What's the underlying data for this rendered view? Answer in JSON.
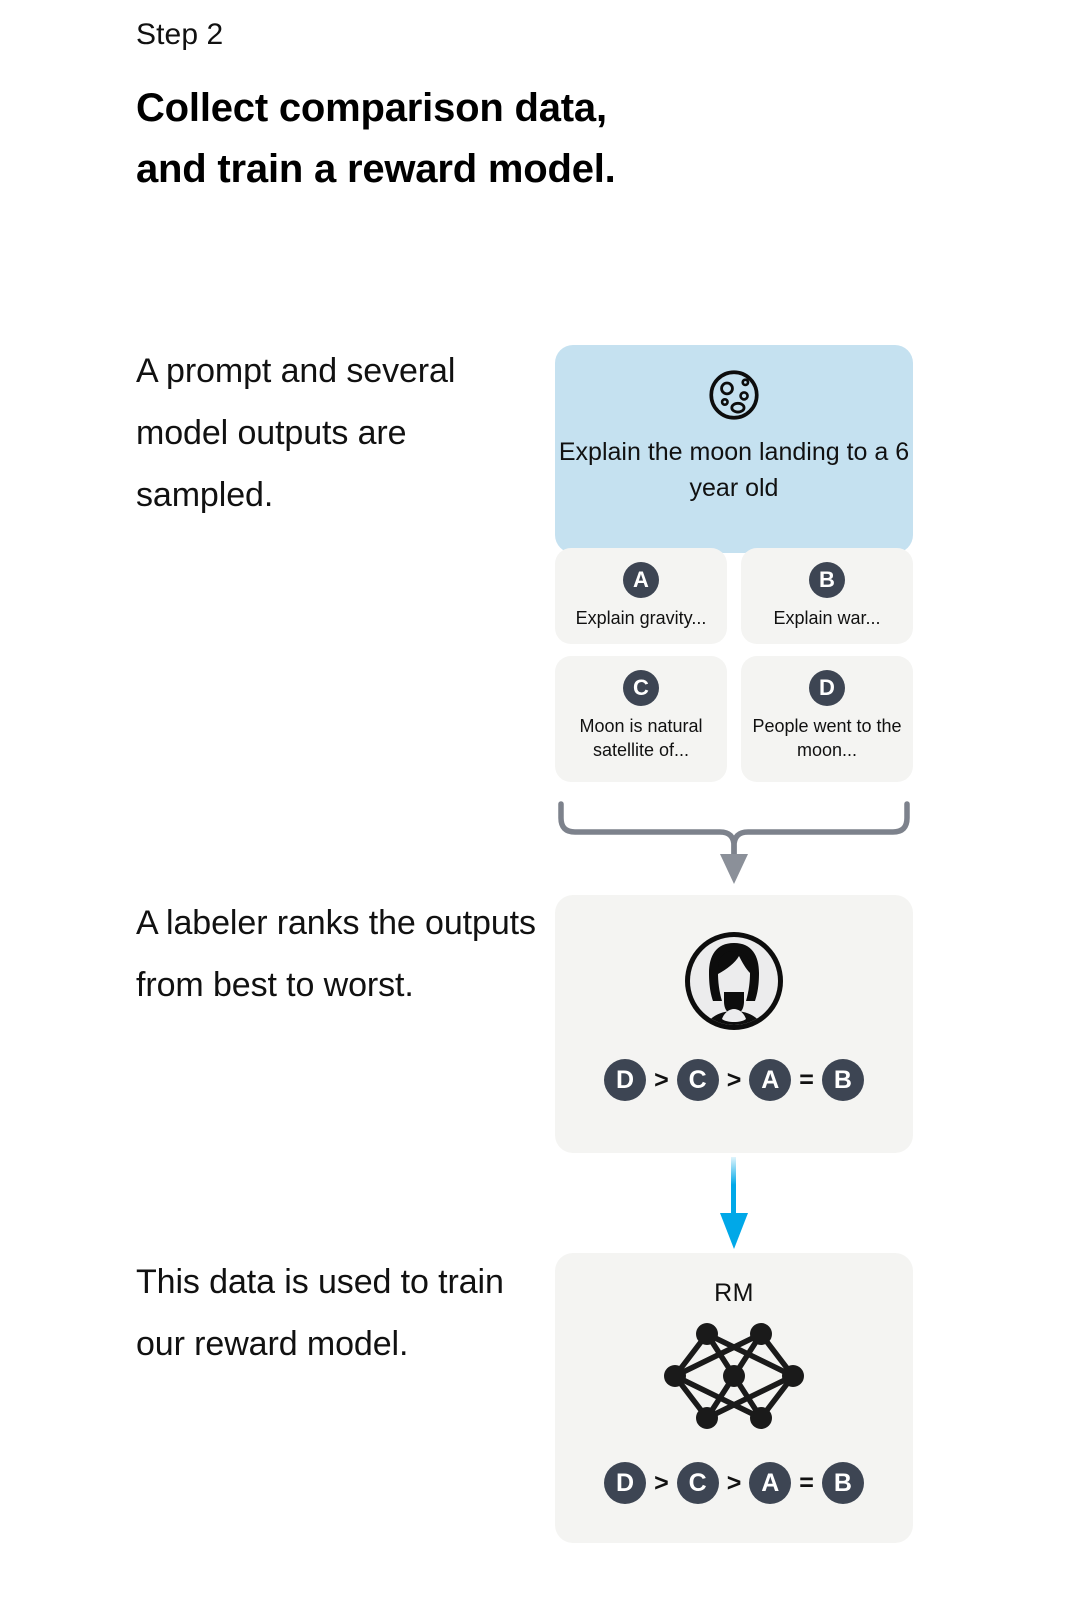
{
  "header": {
    "step_label": "Step 2",
    "headline_lines": [
      "Collect comparison data,",
      "and train a reward model."
    ]
  },
  "descriptions": [
    "A prompt and several model outputs are sampled.",
    "A labeler ranks the outputs from best to worst.",
    "This data is used to train our reward model."
  ],
  "diagram": {
    "prompt_card": {
      "icon": "moon-icon",
      "text": "Explain the moon landing to a 6 year old"
    },
    "options": [
      {
        "letter": "A",
        "text": "Explain gravity..."
      },
      {
        "letter": "B",
        "text": "Explain war..."
      },
      {
        "letter": "C",
        "text": "Moon is natural satellite of..."
      },
      {
        "letter": "D",
        "text": "People went to the moon..."
      }
    ],
    "brace_connector": {
      "icon": "brace-arrow-icon"
    },
    "labeler_card": {
      "avatar": "labeler-avatar-icon",
      "ranking": [
        {
          "type": "badge",
          "letter": "D"
        },
        {
          "type": "operator",
          "symbol": ">"
        },
        {
          "type": "badge",
          "letter": "C"
        },
        {
          "type": "operator",
          "symbol": ">"
        },
        {
          "type": "badge",
          "letter": "A"
        },
        {
          "type": "operator",
          "symbol": "="
        },
        {
          "type": "badge",
          "letter": "B"
        }
      ]
    },
    "blue_arrow": {
      "icon": "down-arrow-icon"
    },
    "reward_model_card": {
      "label": "RM",
      "icon": "neural-network-icon",
      "ranking": [
        {
          "type": "badge",
          "letter": "D"
        },
        {
          "type": "operator",
          "symbol": ">"
        },
        {
          "type": "badge",
          "letter": "C"
        },
        {
          "type": "operator",
          "symbol": ">"
        },
        {
          "type": "badge",
          "letter": "A"
        },
        {
          "type": "operator",
          "symbol": "="
        },
        {
          "type": "badge",
          "letter": "B"
        }
      ]
    }
  },
  "colors": {
    "prompt_card_bg": "#c5e1f0",
    "card_bg": "#f4f4f2",
    "badge_bg": "#3d4553",
    "arrow_blue": "#00a8e8",
    "brace_gray": "#7d828c",
    "text": "#111111"
  }
}
